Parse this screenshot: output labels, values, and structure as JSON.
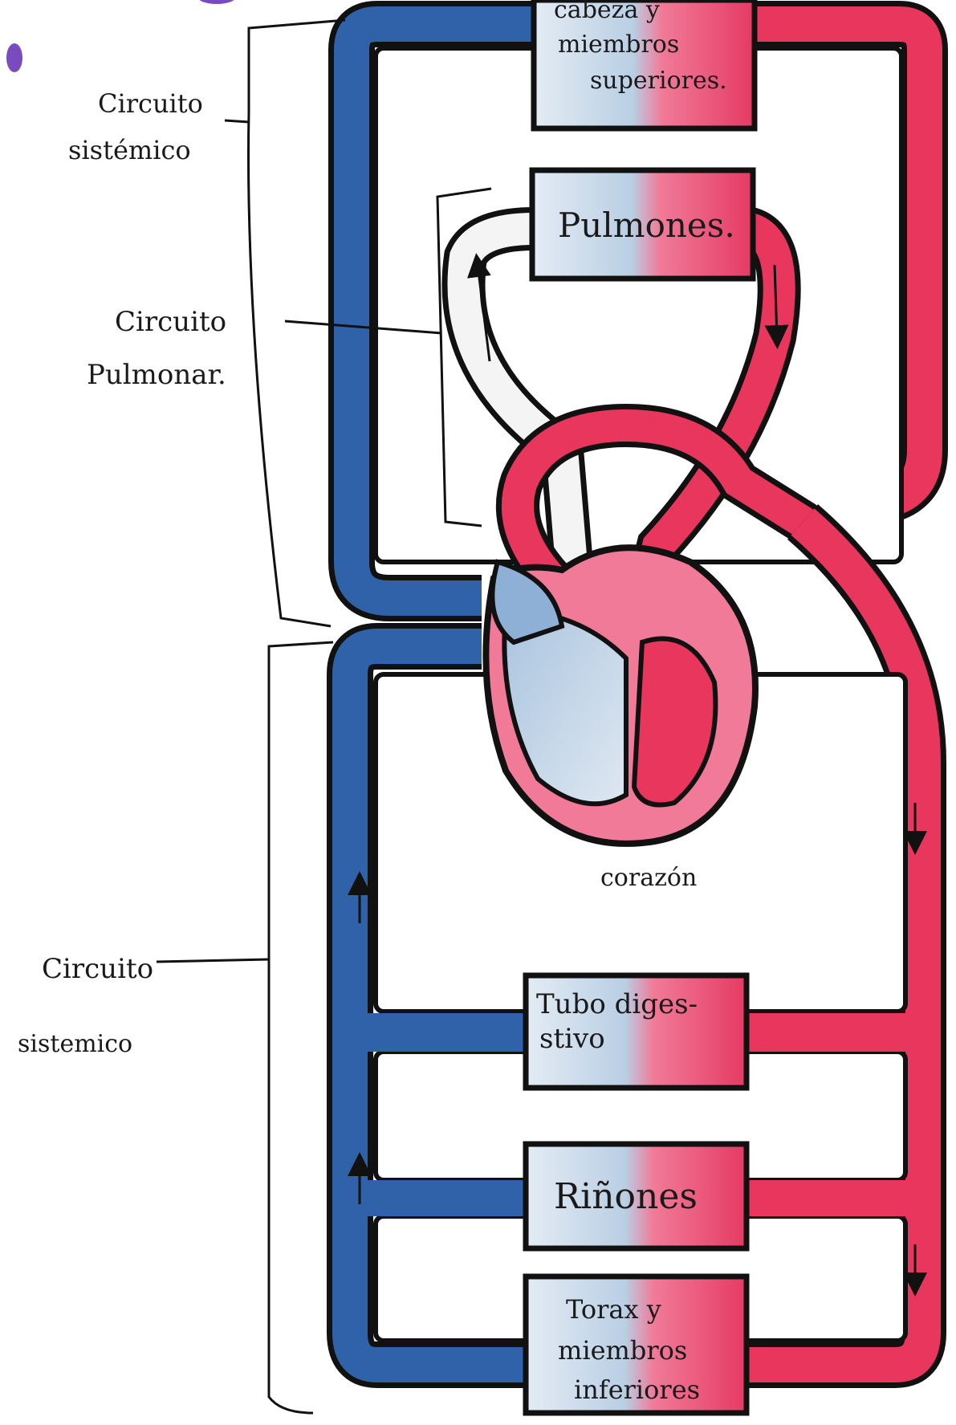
{
  "labels": {
    "systemic_top_line1": "Circuito",
    "systemic_top_line2": "sistémico",
    "pulmonary_line1": "Circuito",
    "pulmonary_line2": "Pulmonar.",
    "systemic_bottom_line1": "Circuito",
    "systemic_bottom_line2": "sistemico",
    "heart": "corazón"
  },
  "organs": {
    "head_line1": "cabeza y",
    "head_line2": "miembros",
    "head_line3": "superiores.",
    "lungs": "Pulmones.",
    "digestive_line1": "Tubo diges-",
    "digestive_line2": "stivo",
    "kidneys": "Riñones",
    "thorax_line1": "Torax y",
    "thorax_line2": "miembros",
    "thorax_line3": "inferiores"
  },
  "colors": {
    "oxygen_poor": "#2f62a8",
    "oxygen_rich": "#e8365d",
    "outline": "#111111",
    "organ_blue": "#c9d9ea",
    "organ_red": "#ef4b70"
  }
}
